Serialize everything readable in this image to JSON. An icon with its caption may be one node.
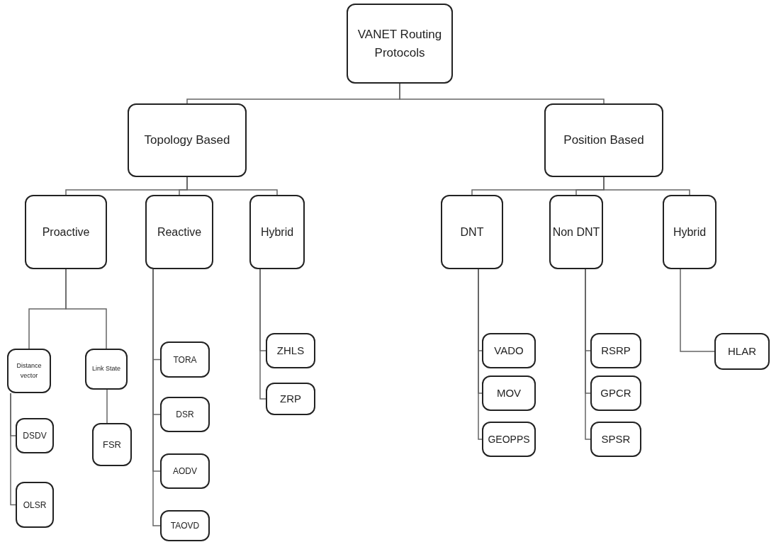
{
  "diagram": {
    "nodes": [
      {
        "text": [
          "VANET Routing Protocols"
        ]
      },
      {
        "text": [
          "Topology Based"
        ]
      },
      {
        "text": [
          "Position Based"
        ]
      },
      {
        "text": [
          "Proactive"
        ]
      },
      {
        "text": [
          "Reactive"
        ]
      },
      {
        "text": [
          "Hybrid"
        ]
      },
      {
        "text": [
          "DNT"
        ]
      },
      {
        "text": [
          "Non DNT"
        ]
      },
      {
        "text": [
          "Hybrid"
        ]
      },
      {
        "text": [
          "Distance vector"
        ]
      },
      {
        "text": [
          "Link State"
        ]
      },
      {
        "text": [
          "DSDV"
        ]
      },
      {
        "text": [
          "FSR"
        ]
      },
      {
        "text": [
          "OLSR"
        ]
      },
      {
        "text": [
          "TORA"
        ]
      },
      {
        "text": [
          "DSR"
        ]
      },
      {
        "text": [
          "AODV"
        ]
      },
      {
        "text": [
          "TAOVD"
        ]
      },
      {
        "text": [
          "ZHLS"
        ]
      },
      {
        "text": [
          "ZRP"
        ]
      },
      {
        "text": [
          "VADO"
        ]
      },
      {
        "text": [
          "MOV"
        ]
      },
      {
        "text": [
          "GEOPPS"
        ]
      },
      {
        "text": [
          "RSRP"
        ]
      },
      {
        "text": [
          "GPCR"
        ]
      },
      {
        "text": [
          "SPSR"
        ]
      },
      {
        "text": [
          "HLAR"
        ]
      }
    ],
    "edges": [
      {
        "from": 0,
        "to": 1,
        "arrow": "none"
      },
      {
        "from": 0,
        "to": 2,
        "arrow": "none"
      },
      {
        "from": 1,
        "to": 3,
        "arrow": "none"
      },
      {
        "from": 1,
        "to": 4,
        "arrow": "none"
      },
      {
        "from": 1,
        "to": 5,
        "arrow": "none"
      },
      {
        "from": 2,
        "to": 6,
        "arrow": "none"
      },
      {
        "from": 2,
        "to": 7,
        "arrow": "none"
      },
      {
        "from": 2,
        "to": 8,
        "arrow": "none"
      },
      {
        "from": 3,
        "to": 9,
        "arrow": "none"
      },
      {
        "from": 3,
        "to": 10,
        "arrow": "none"
      },
      {
        "from": 4,
        "to": 14,
        "arrow": "none"
      },
      {
        "from": 4,
        "to": 15,
        "arrow": "none"
      },
      {
        "from": 4,
        "to": 16,
        "arrow": "none"
      },
      {
        "from": 4,
        "to": 17,
        "arrow": "none"
      },
      {
        "from": 5,
        "to": 18,
        "arrow": "none"
      },
      {
        "from": 5,
        "to": 19,
        "arrow": "none"
      },
      {
        "from": 6,
        "to": 20,
        "arrow": "none"
      },
      {
        "from": 6,
        "to": 21,
        "arrow": "none"
      },
      {
        "from": 6,
        "to": 22,
        "arrow": "none"
      },
      {
        "from": 7,
        "to": 23,
        "arrow": "none"
      },
      {
        "from": 7,
        "to": 24,
        "arrow": "none"
      },
      {
        "from": 7,
        "to": 25,
        "arrow": "none"
      },
      {
        "from": 8,
        "to": 26,
        "arrow": "none"
      },
      {
        "from": 9,
        "to": 11,
        "arrow": "none"
      },
      {
        "from": 9,
        "to": 13,
        "arrow": "none"
      },
      {
        "from": 10,
        "to": 12,
        "arrow": "none"
      }
    ]
  }
}
